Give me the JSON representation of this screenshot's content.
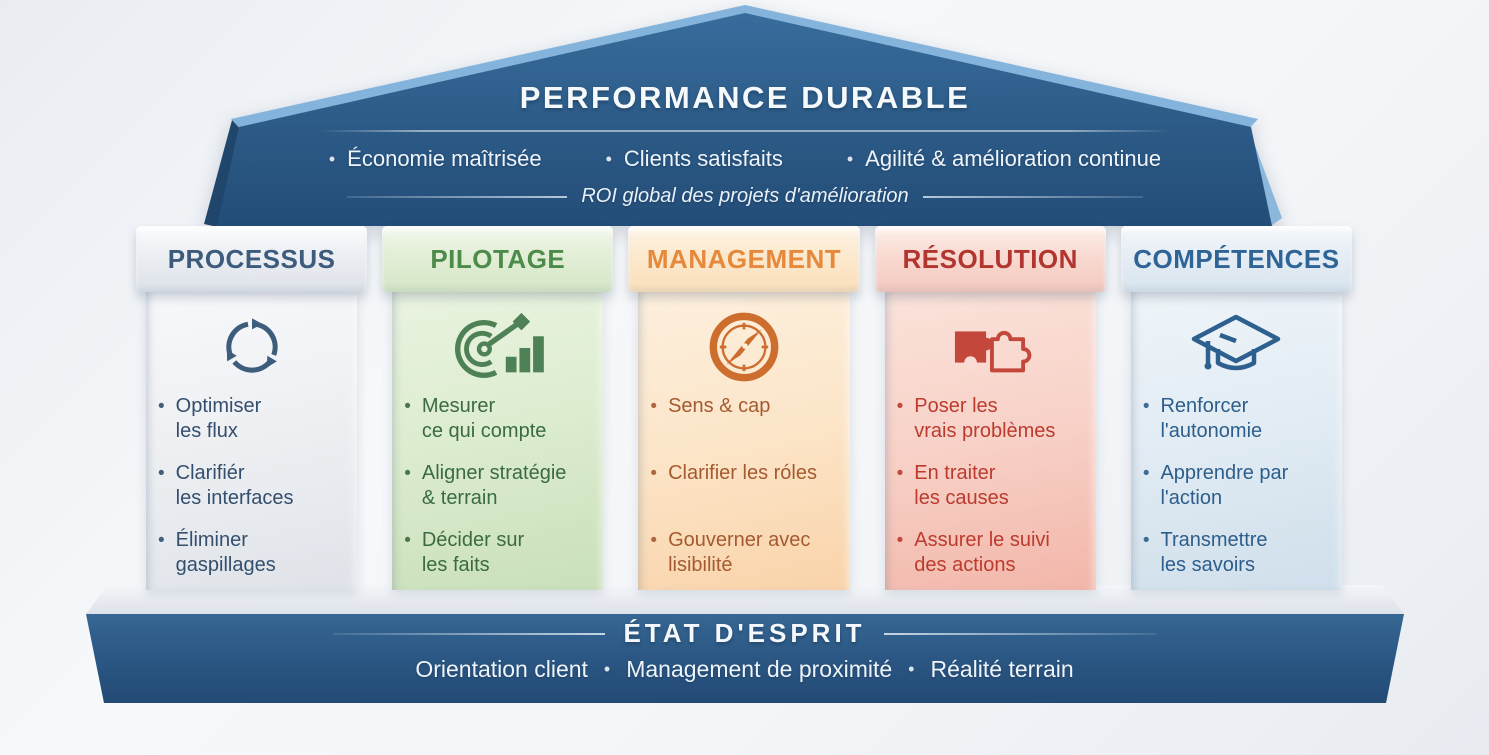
{
  "misc": {
    "bullet_char": "•"
  },
  "roof": {
    "title": "PERFORMANCE DURABLE",
    "bullets": [
      "Économie maîtrisée",
      "Clients satisfaits",
      "Agilité & amélioration continue"
    ],
    "subtitle": "ROI global des projets d'amélioration",
    "color": "#2c5a86"
  },
  "pillars": [
    {
      "title": "PROCESSUS",
      "icon": "cycle-icon",
      "header_color": "#3d5b7c",
      "text_color": "#344f6d",
      "items": [
        "Optimiser\nles flux",
        "Clarifiér\nles interfaces",
        "Éliminer\ngaspillages"
      ]
    },
    {
      "title": "PILOTAGE",
      "icon": "target-chart-icon",
      "header_color": "#4d8b4b",
      "text_color": "#3a6b41",
      "items": [
        "Mesurer\nce qui compte",
        "Aligner stratégie\n& terrain",
        "Décider sur\nles faits"
      ]
    },
    {
      "title": "MANAGEMENT",
      "icon": "compass-icon",
      "header_color": "#e6893c",
      "text_color": "#a55a30",
      "items": [
        "Sens & cap",
        "Clarifier les róles",
        "Gouverner avec\nlisibilité"
      ]
    },
    {
      "title": "RÉSOLUTION",
      "icon": "puzzle-icon",
      "header_color": "#b23530",
      "text_color": "#bc3b2e",
      "items": [
        "Poser les\nvrais problèmes",
        "En traiter\nles causes",
        "Assurer le suivi\ndes actions"
      ]
    },
    {
      "title": "COMPÉTENCES",
      "icon": "graduation-cap-icon",
      "header_color": "#2f6496",
      "text_color": "#2d5e8b",
      "items": [
        "Renforcer\nl'autonomie",
        "Apprendre par\nl'action",
        "Transmettre\nles savoirs"
      ]
    }
  ],
  "base": {
    "title": "ÉTAT D'ESPRIT",
    "items": [
      "Orientation client",
      "Management de proximité",
      "Réalité terrain"
    ],
    "color": "#2c5885"
  }
}
